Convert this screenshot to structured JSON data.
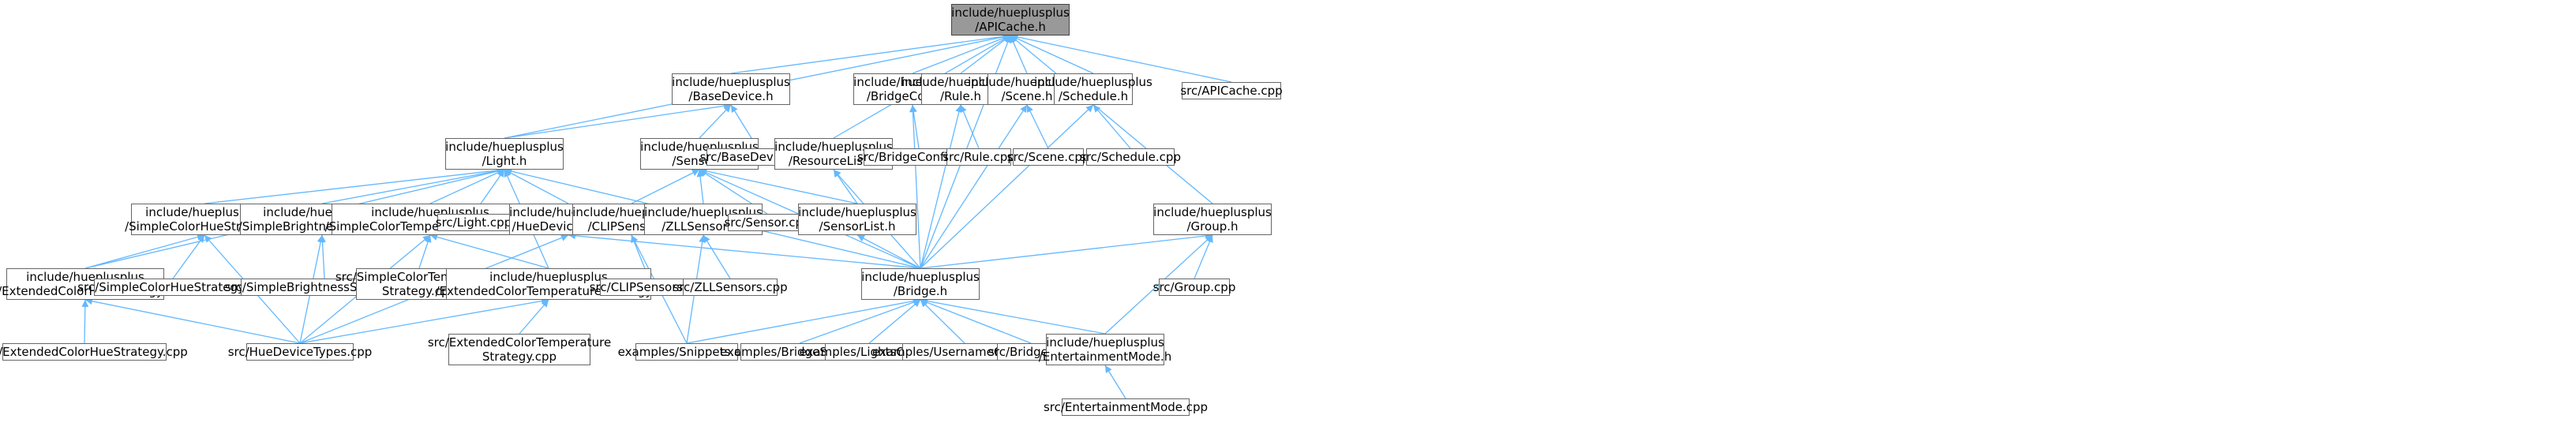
{
  "graph": {
    "colors": {
      "edge": "#63b8ff",
      "node_border": "#666666",
      "node_fill": "#ffffff",
      "root_fill": "#999999"
    },
    "nodes": [
      {
        "id": "apicache_h",
        "lines": [
          "include/hueplusplus",
          "/APICache.h"
        ],
        "root": true
      },
      {
        "id": "basedevice_h",
        "lines": [
          "include/hueplusplus",
          "/BaseDevice.h"
        ]
      },
      {
        "id": "bridgeconfig_h",
        "lines": [
          "include/hueplusplus",
          "/BridgeConfig.h"
        ]
      },
      {
        "id": "rule_h",
        "lines": [
          "include/hueplusplus",
          "/Rule.h"
        ]
      },
      {
        "id": "scene_h",
        "lines": [
          "include/hueplusplus",
          "/Scene.h"
        ]
      },
      {
        "id": "schedule_h",
        "lines": [
          "include/hueplusplus",
          "/Schedule.h"
        ]
      },
      {
        "id": "apicache_cpp",
        "lines": [
          "src/APICache.cpp"
        ]
      },
      {
        "id": "light_h",
        "lines": [
          "include/hueplusplus",
          "/Light.h"
        ]
      },
      {
        "id": "sensor_h",
        "lines": [
          "include/hueplusplus",
          "/Sensor.h"
        ]
      },
      {
        "id": "basedevice_cpp",
        "lines": [
          "src/BaseDevice.cpp"
        ]
      },
      {
        "id": "resourcelist_h",
        "lines": [
          "include/hueplusplus",
          "/ResourceList.h"
        ]
      },
      {
        "id": "bridgeconfig_cpp",
        "lines": [
          "src/BridgeConfig.cpp"
        ]
      },
      {
        "id": "rule_cpp",
        "lines": [
          "src/Rule.cpp"
        ]
      },
      {
        "id": "scene_cpp",
        "lines": [
          "src/Scene.cpp"
        ]
      },
      {
        "id": "schedule_cpp",
        "lines": [
          "src/Schedule.cpp"
        ]
      },
      {
        "id": "group_h",
        "lines": [
          "include/hueplusplus",
          "/Group.h"
        ]
      },
      {
        "id": "simplecolorhue_h",
        "lines": [
          "include/hueplusplus",
          "/SimpleColorHueStrategy.h"
        ]
      },
      {
        "id": "simplebrightness_h",
        "lines": [
          "include/hueplusplus",
          "/SimpleBrightnessStrategy.h"
        ]
      },
      {
        "id": "simplecolortemp_h",
        "lines": [
          "include/hueplusplus",
          "/SimpleColorTemperatureStrategy.h"
        ]
      },
      {
        "id": "light_cpp",
        "lines": [
          "src/Light.cpp"
        ]
      },
      {
        "id": "huedevicetypes_h",
        "lines": [
          "include/hueplusplus",
          "/HueDeviceTypes.h"
        ]
      },
      {
        "id": "clipsensors_h",
        "lines": [
          "include/hueplusplus",
          "/CLIPSensors.h"
        ]
      },
      {
        "id": "zllsensors_h",
        "lines": [
          "include/hueplusplus",
          "/ZLLSensors.h"
        ]
      },
      {
        "id": "sensor_cpp",
        "lines": [
          "src/Sensor.cpp"
        ]
      },
      {
        "id": "sensorlist_h",
        "lines": [
          "include/hueplusplus",
          "/SensorList.h"
        ]
      },
      {
        "id": "extcolorhue_h",
        "lines": [
          "include/hueplusplus",
          "/ExtendedColorHueStrategy.h"
        ]
      },
      {
        "id": "simplecolorhue_cpp",
        "lines": [
          "src/SimpleColorHueStrategy.cpp"
        ]
      },
      {
        "id": "simplebrightness_cpp",
        "lines": [
          "src/SimpleBrightnessStrategy.cpp"
        ]
      },
      {
        "id": "simplecolortemp_cpp",
        "lines": [
          "src/SimpleColorTemperature",
          "Strategy.cpp"
        ]
      },
      {
        "id": "extcolortemp_h",
        "lines": [
          "include/hueplusplus",
          "/ExtendedColorTemperatureStrategy.h"
        ]
      },
      {
        "id": "clipsensors_cpp",
        "lines": [
          "src/CLIPSensors.cpp"
        ]
      },
      {
        "id": "zllsensors_cpp",
        "lines": [
          "src/ZLLSensors.cpp"
        ]
      },
      {
        "id": "bridge_h",
        "lines": [
          "include/hueplusplus",
          "/Bridge.h"
        ]
      },
      {
        "id": "group_cpp",
        "lines": [
          "src/Group.cpp"
        ]
      },
      {
        "id": "extcolorhue_cpp",
        "lines": [
          "src/ExtendedColorHueStrategy.cpp"
        ]
      },
      {
        "id": "huedevicetypes_cpp",
        "lines": [
          "src/HueDeviceTypes.cpp"
        ]
      },
      {
        "id": "extcolortemp_cpp",
        "lines": [
          "src/ExtendedColorTemperature",
          "Strategy.cpp"
        ]
      },
      {
        "id": "snippets_cpp",
        "lines": [
          "examples/Snippets.cpp"
        ]
      },
      {
        "id": "bridgesetup_cpp",
        "lines": [
          "examples/BridgeSetup.cpp"
        ]
      },
      {
        "id": "lightsoff_cpp",
        "lines": [
          "examples/LightsOff.cpp"
        ]
      },
      {
        "id": "usernameconfig_cpp",
        "lines": [
          "examples/UsernameConfig.cpp"
        ]
      },
      {
        "id": "bridge_cpp",
        "lines": [
          "src/Bridge.cpp"
        ]
      },
      {
        "id": "entertainment_h",
        "lines": [
          "include/hueplusplus",
          "/EntertainmentMode.h"
        ]
      },
      {
        "id": "entertainment_cpp",
        "lines": [
          "src/EntertainmentMode.cpp"
        ]
      }
    ],
    "edges": [
      [
        "apicache_h",
        "basedevice_h"
      ],
      [
        "apicache_h",
        "bridgeconfig_h"
      ],
      [
        "apicache_h",
        "rule_h"
      ],
      [
        "apicache_h",
        "scene_h"
      ],
      [
        "apicache_h",
        "schedule_h"
      ],
      [
        "apicache_h",
        "apicache_cpp"
      ],
      [
        "apicache_h",
        "light_h"
      ],
      [
        "apicache_h",
        "resourcelist_h"
      ],
      [
        "apicache_h",
        "group_h"
      ],
      [
        "apicache_h",
        "bridge_h"
      ],
      [
        "basedevice_h",
        "light_h"
      ],
      [
        "basedevice_h",
        "sensor_h"
      ],
      [
        "basedevice_h",
        "basedevice_cpp"
      ],
      [
        "bridgeconfig_h",
        "bridgeconfig_cpp"
      ],
      [
        "bridgeconfig_h",
        "bridge_h"
      ],
      [
        "rule_h",
        "rule_cpp"
      ],
      [
        "rule_h",
        "bridge_h"
      ],
      [
        "scene_h",
        "scene_cpp"
      ],
      [
        "scene_h",
        "bridge_h"
      ],
      [
        "schedule_h",
        "schedule_cpp"
      ],
      [
        "schedule_h",
        "bridge_h"
      ],
      [
        "light_h",
        "simplecolorhue_h"
      ],
      [
        "light_h",
        "simplebrightness_h"
      ],
      [
        "light_h",
        "simplecolortemp_h"
      ],
      [
        "light_h",
        "light_cpp"
      ],
      [
        "light_h",
        "huedevicetypes_h"
      ],
      [
        "light_h",
        "extcolorhue_h"
      ],
      [
        "light_h",
        "extcolortemp_h"
      ],
      [
        "light_h",
        "bridge_h"
      ],
      [
        "sensor_h",
        "clipsensors_h"
      ],
      [
        "sensor_h",
        "zllsensors_h"
      ],
      [
        "sensor_h",
        "sensor_cpp"
      ],
      [
        "sensor_h",
        "sensorlist_h"
      ],
      [
        "sensor_h",
        "bridge_h"
      ],
      [
        "resourcelist_h",
        "sensorlist_h"
      ],
      [
        "resourcelist_h",
        "bridge_h"
      ],
      [
        "group_h",
        "bridge_h"
      ],
      [
        "group_h",
        "group_cpp"
      ],
      [
        "group_h",
        "entertainment_h"
      ],
      [
        "simplecolorhue_h",
        "extcolorhue_h"
      ],
      [
        "simplecolorhue_h",
        "simplecolorhue_cpp"
      ],
      [
        "simplecolorhue_h",
        "huedevicetypes_cpp"
      ],
      [
        "simplebrightness_h",
        "simplebrightness_cpp"
      ],
      [
        "simplebrightness_h",
        "huedevicetypes_cpp"
      ],
      [
        "simplecolortemp_h",
        "simplecolortemp_cpp"
      ],
      [
        "simplecolortemp_h",
        "extcolortemp_h"
      ],
      [
        "simplecolortemp_h",
        "huedevicetypes_cpp"
      ],
      [
        "huedevicetypes_h",
        "bridge_h"
      ],
      [
        "huedevicetypes_h",
        "huedevicetypes_cpp"
      ],
      [
        "clipsensors_h",
        "clipsensors_cpp"
      ],
      [
        "clipsensors_h",
        "snippets_cpp"
      ],
      [
        "zllsensors_h",
        "zllsensors_cpp"
      ],
      [
        "zllsensors_h",
        "snippets_cpp"
      ],
      [
        "sensorlist_h",
        "bridge_h"
      ],
      [
        "extcolorhue_h",
        "extcolorhue_cpp"
      ],
      [
        "extcolorhue_h",
        "huedevicetypes_cpp"
      ],
      [
        "extcolortemp_h",
        "extcolortemp_cpp"
      ],
      [
        "extcolortemp_h",
        "huedevicetypes_cpp"
      ],
      [
        "bridge_h",
        "snippets_cpp"
      ],
      [
        "bridge_h",
        "bridgesetup_cpp"
      ],
      [
        "bridge_h",
        "lightsoff_cpp"
      ],
      [
        "bridge_h",
        "usernameconfig_cpp"
      ],
      [
        "bridge_h",
        "bridge_cpp"
      ],
      [
        "bridge_h",
        "entertainment_h"
      ],
      [
        "entertainment_h",
        "entertainment_cpp"
      ]
    ]
  }
}
